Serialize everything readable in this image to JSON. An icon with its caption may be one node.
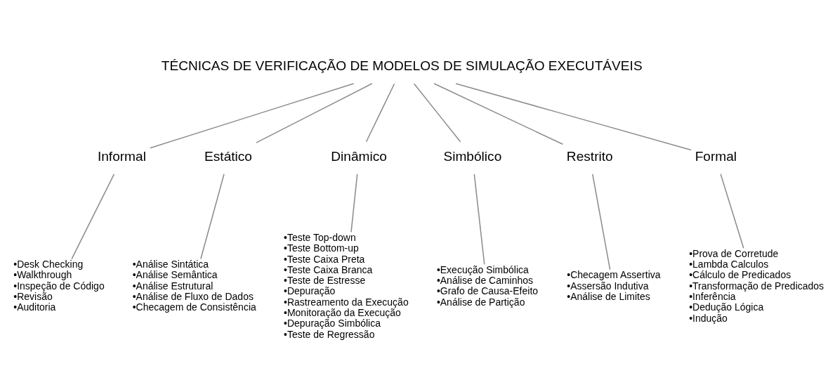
{
  "diagram": {
    "nodes": [
      {
        "text": [
          "TÉCNICAS DE VERIFICAÇÃO DE MODELOS DE SIMULAÇÃO EXECUTÁVEIS"
        ]
      },
      {
        "text": [
          "Informal"
        ]
      },
      {
        "text": [
          "Estático"
        ]
      },
      {
        "text": [
          "Dinâmico"
        ]
      },
      {
        "text": [
          "Simbólico"
        ]
      },
      {
        "text": [
          "Restrito"
        ]
      },
      {
        "text": [
          "Formal"
        ]
      },
      {
        "text": [
          "•Desk Checking",
          "•Walkthrough",
          "•Inspeção de Código",
          "•Revisão",
          "•Auditoria"
        ]
      },
      {
        "text": [
          "•Análise Sintática",
          "•Análise Semântica",
          "•Análise Estrutural",
          "•Análise de Fluxo de Dados",
          "•Checagem de Consistência"
        ]
      },
      {
        "text": [
          "•Teste Top-down",
          "•Teste Bottom-up",
          "•Teste Caixa Preta",
          "•Teste Caixa Branca",
          "•Teste de Estresse",
          "•Depuração",
          "•Rastreamento da Execução",
          "•Monitoração da Execução",
          "•Depuração Simbólica",
          "•Teste de Regressão"
        ]
      },
      {
        "text": [
          "•Execução Simbólica",
          "•Análise de Caminhos",
          "•Grafo de Causa-Efeito",
          "•Análise de Partição"
        ]
      },
      {
        "text": [
          "•Checagem Assertiva",
          "•Assersão Indutiva",
          "•Análise de Limites"
        ]
      },
      {
        "text": [
          "•Prova de Corretude",
          "•Lambda Calculos",
          "•Cálculo de Predicados",
          "•Transformação de Predicados",
          "•Inferência",
          "•Dedução Lógica",
          "•Indução"
        ]
      }
    ],
    "edges": [
      {
        "from": 0,
        "to": 1,
        "arrow": "none"
      },
      {
        "from": 0,
        "to": 2,
        "arrow": "none"
      },
      {
        "from": 0,
        "to": 3,
        "arrow": "none"
      },
      {
        "from": 0,
        "to": 4,
        "arrow": "none"
      },
      {
        "from": 0,
        "to": 5,
        "arrow": "none"
      },
      {
        "from": 0,
        "to": 6,
        "arrow": "none"
      },
      {
        "from": 1,
        "to": 7,
        "arrow": "none"
      },
      {
        "from": 2,
        "to": 8,
        "arrow": "none"
      },
      {
        "from": 3,
        "to": 9,
        "arrow": "none"
      },
      {
        "from": 4,
        "to": 10,
        "arrow": "none"
      },
      {
        "from": 5,
        "to": 11,
        "arrow": "none"
      },
      {
        "from": 6,
        "to": 12,
        "arrow": "none"
      }
    ]
  }
}
